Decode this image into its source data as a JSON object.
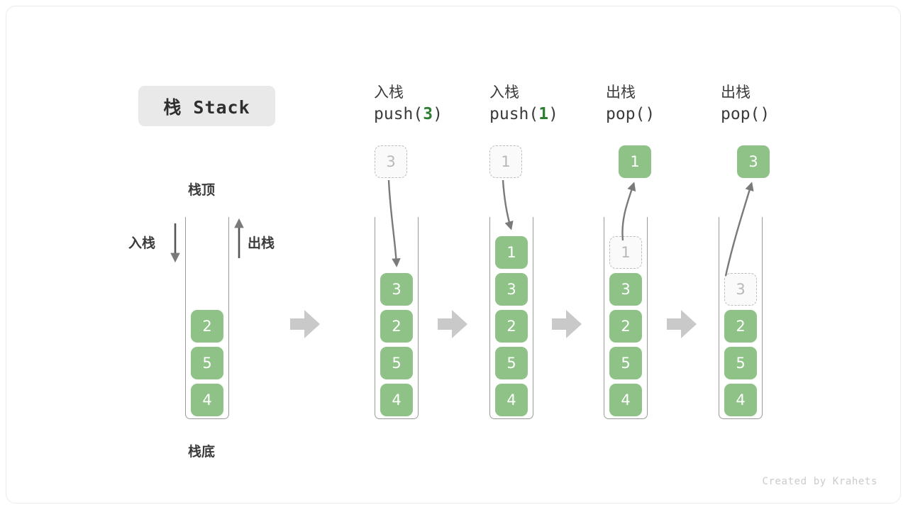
{
  "title": {
    "text": "栈 Stack"
  },
  "labels": {
    "top": "栈顶",
    "bottom": "栈底",
    "push_side": "入栈",
    "pop_side": "出栈"
  },
  "credit": "Created by Krahets",
  "colors": {
    "element_green": "#8ec287",
    "arg_green": "#2e7d32",
    "ghost_border": "#bdbdbd",
    "ghost_text": "#b8b8b8",
    "arrow_gray": "#7a7a7a",
    "separator_gray": "#c9c9c9",
    "chip_bg": "#e9e9e9"
  },
  "steps": [
    {
      "id": "initial",
      "header_cn": "",
      "header_code_prefix": "",
      "header_code_arg": "",
      "header_code_suffix": "",
      "stack": [
        "2",
        "5",
        "4"
      ],
      "ghost_top_in_stack": null,
      "floating": null
    },
    {
      "id": "push-3",
      "header_cn": "入栈",
      "header_code_prefix": "push(",
      "header_code_arg": "3",
      "header_code_suffix": ")",
      "stack": [
        "3",
        "2",
        "5",
        "4"
      ],
      "ghost_top_in_stack": null,
      "floating": {
        "value": "3",
        "style": "ghost"
      }
    },
    {
      "id": "push-1",
      "header_cn": "入栈",
      "header_code_prefix": "push(",
      "header_code_arg": "1",
      "header_code_suffix": ")",
      "stack": [
        "1",
        "3",
        "2",
        "5",
        "4"
      ],
      "ghost_top_in_stack": null,
      "floating": {
        "value": "1",
        "style": "ghost"
      }
    },
    {
      "id": "pop-1",
      "header_cn": "出栈",
      "header_code_prefix": "pop(",
      "header_code_arg": "",
      "header_code_suffix": ")",
      "stack": [
        "3",
        "2",
        "5",
        "4"
      ],
      "ghost_top_in_stack": "1",
      "floating": {
        "value": "1",
        "style": "solid"
      }
    },
    {
      "id": "pop-2",
      "header_cn": "出栈",
      "header_code_prefix": "pop(",
      "header_code_arg": "",
      "header_code_suffix": ")",
      "stack": [
        "2",
        "5",
        "4"
      ],
      "ghost_top_in_stack": "3",
      "floating": {
        "value": "3",
        "style": "solid"
      }
    }
  ]
}
